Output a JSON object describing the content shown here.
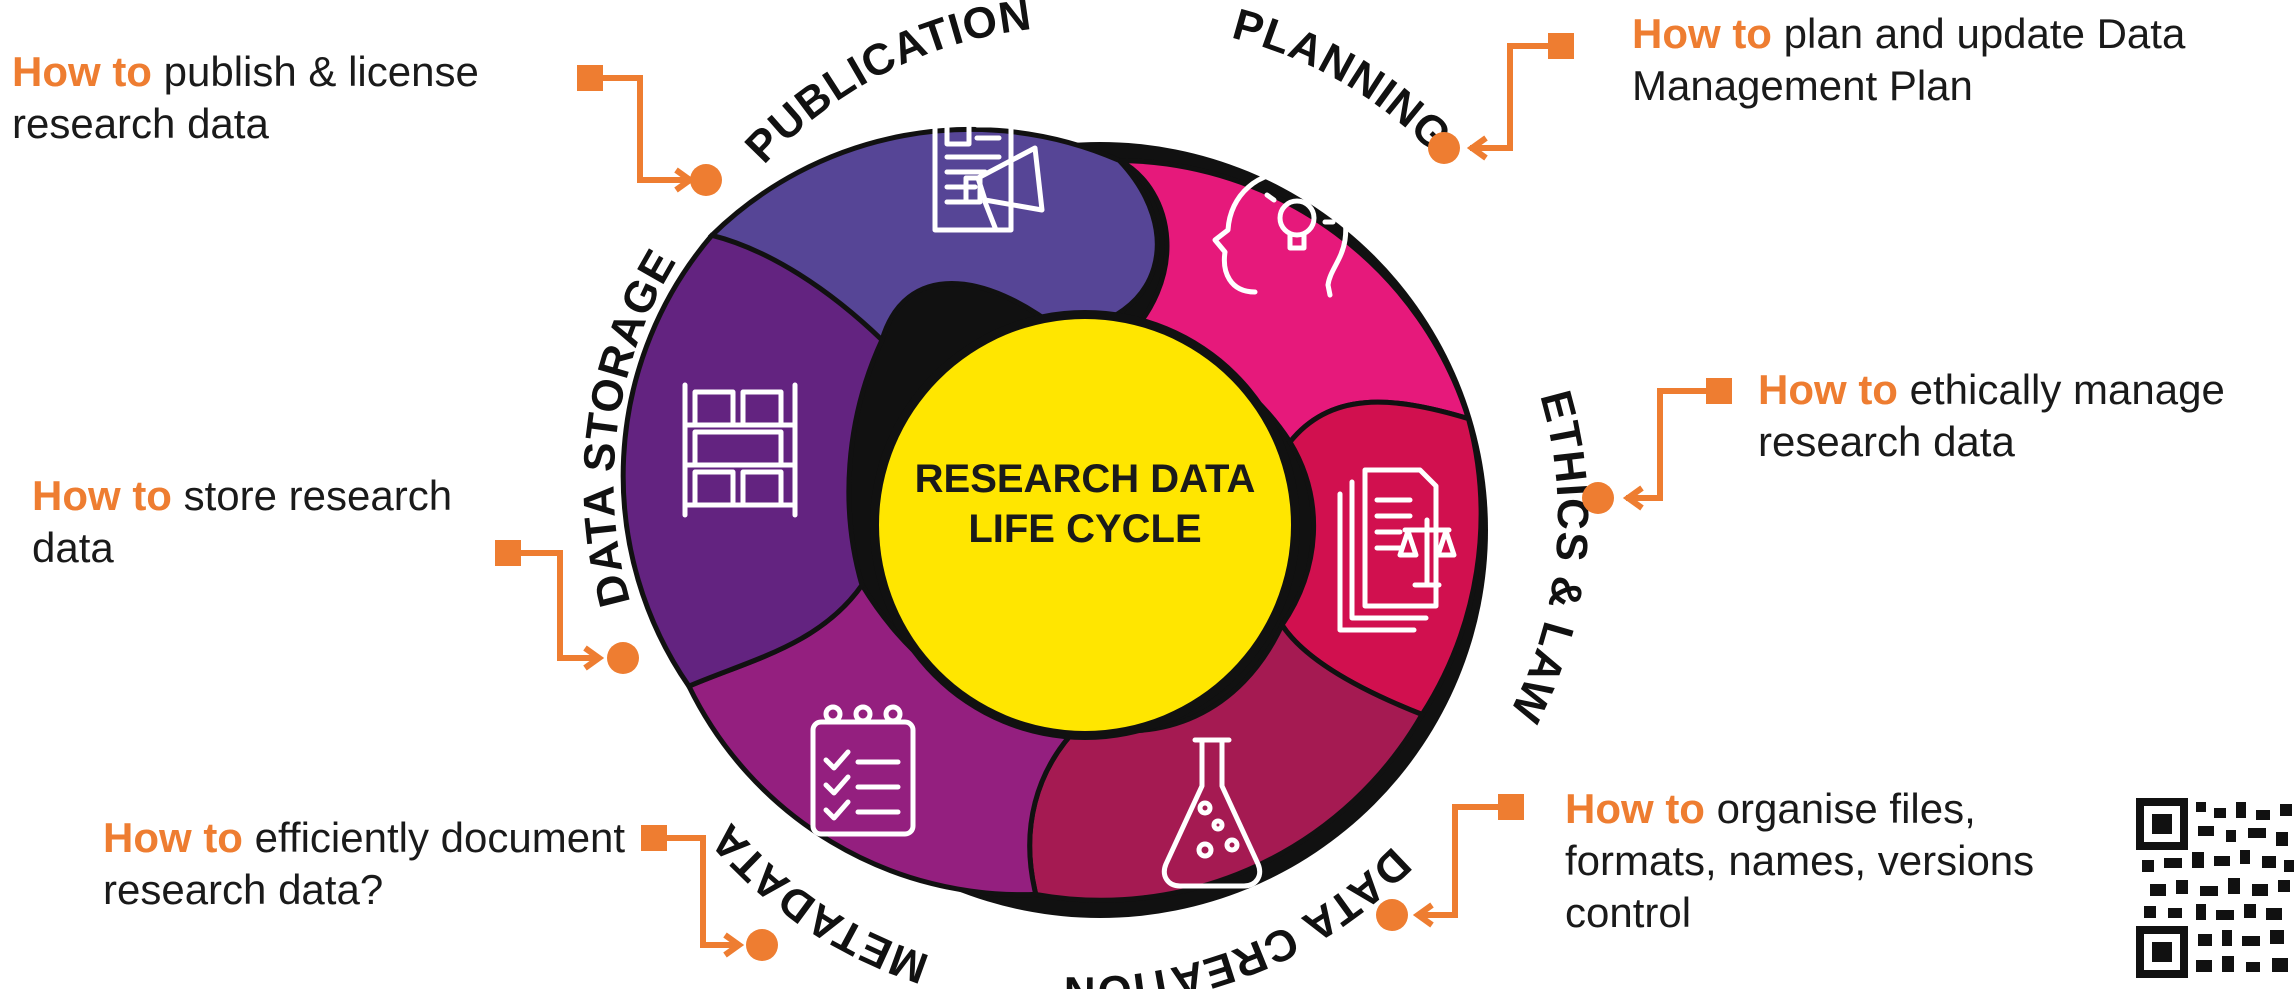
{
  "center": {
    "line1": "RESEARCH DATA",
    "line2": "LIFE CYCLE",
    "color": "#ffe600"
  },
  "segments": [
    {
      "id": "planning",
      "label": "PLANNING",
      "color": "#e6197b",
      "icon": "head-lightbulb-icon"
    },
    {
      "id": "ethics",
      "label": "ETHICS & LAW",
      "color": "#d1104f",
      "icon": "documents-scales-icon"
    },
    {
      "id": "creation",
      "label": "DATA CREATION",
      "color": "#a51a52",
      "icon": "flask-icon"
    },
    {
      "id": "metadata",
      "label": "METADATA",
      "color": "#941f7f",
      "icon": "checklist-clipboard-icon"
    },
    {
      "id": "storage",
      "label": "DATA STORAGE",
      "color": "#632380",
      "icon": "shelving-boxes-icon"
    },
    {
      "id": "publication",
      "label": "PUBLICATION",
      "color": "#564596",
      "icon": "newspaper-megaphone-icon"
    }
  ],
  "callouts": {
    "howto": "How to",
    "publish": "publish & license research data",
    "plan": "plan and update Data Management Plan",
    "ethics": "ethically manage research data",
    "store": "store research data",
    "document": "efficiently document research data?",
    "organise": "organise files, formats, names, versions control"
  },
  "accent_color": "#ee7d31",
  "qr_code": "qr-code-icon"
}
